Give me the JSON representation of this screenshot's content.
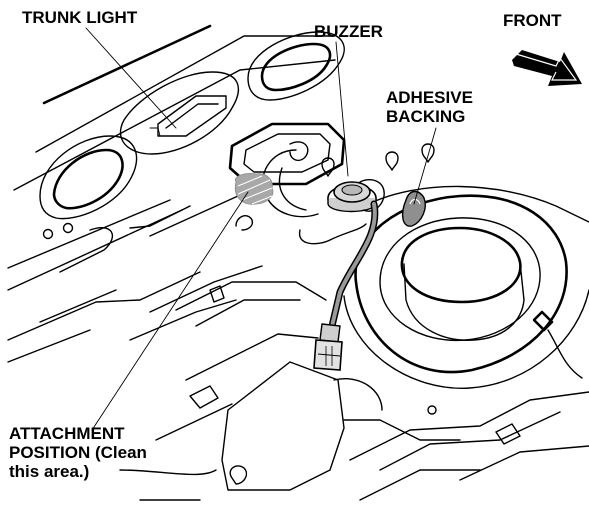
{
  "labels": {
    "trunk_light": "TRUNK LIGHT",
    "buzzer": "BUZZER",
    "front": "FRONT",
    "adhesive_line1": "ADHESIVE",
    "adhesive_line2": "BACKING",
    "attach_line1": "ATTACHMENT",
    "attach_line2": "POSITION (Clean",
    "attach_line3": "this area.)"
  },
  "icons": {
    "front_arrow": "direction-arrow-icon"
  },
  "colors": {
    "ink": "#000000",
    "hatch": "#8a8a8a",
    "background": "#ffffff"
  }
}
